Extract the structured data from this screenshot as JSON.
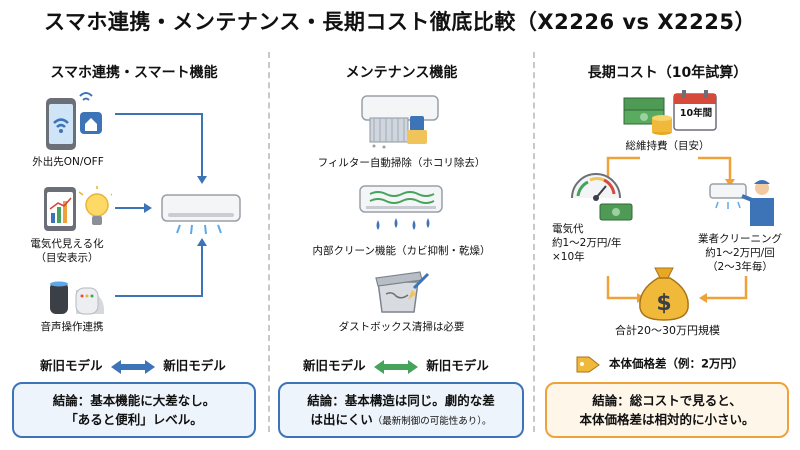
{
  "title": "スマホ連携・メンテナンス・長期コスト徹底比較（X2226 vs X2225）",
  "colors": {
    "blue": "#3d74b8",
    "green": "#46a35b",
    "orange": "#f0a23a",
    "blue_bg": "#eef4fb",
    "orange_bg": "#fff6ea"
  },
  "col1": {
    "heading": "スマホ連携・スマート機能",
    "features": [
      "外出先ON/OFF",
      "電気代見える化\n（目安表示）",
      "音声操作連携"
    ],
    "icons": [
      "smartphone-wifi-icon",
      "tablet-chart-icon",
      "lightbulb-icon",
      "smart-speaker-icon",
      "air-conditioner-icon"
    ],
    "compare_left": "新旧モデル",
    "compare_right": "新旧モデル",
    "conclusion": [
      "結論：基本機能に大差なし。",
      "「あると便利」レベル。"
    ]
  },
  "col2": {
    "heading": "メンテナンス機能",
    "features": [
      "フィルター自動掃除（ホコリ除去）",
      "内部クリーン機能（カビ抑制・乾燥）",
      "ダストボックス清掃は必要"
    ],
    "icons": [
      "filter-cleaning-icon",
      "internal-clean-icon",
      "dust-box-icon"
    ],
    "compare_left": "新旧モデル",
    "compare_right": "新旧モデル",
    "conclusion_line1": "結論：基本構造は同じ。劇的な差",
    "conclusion_line2_main": "は出にくい",
    "conclusion_line2_small": "（最新制御の可能性あり）。"
  },
  "col3": {
    "heading": "長期コスト（10年試算）",
    "calendar_label": "10年間",
    "total_label": "総維持費（目安）",
    "electricity": "電気代\n約1～2万円/年\n×10年",
    "cleaning": "業者クリーニング\n約1～2万円/回\n（2～3年毎）",
    "sum": "合計20～30万円規模",
    "price_diff": "本体価格差（例：2万円）",
    "icons": [
      "money-stack-icon",
      "calendar-icon",
      "meter-icon",
      "cash-icon",
      "cleaner-person-icon",
      "money-bag-icon",
      "price-tag-icon"
    ],
    "conclusion": [
      "結論：総コストで見ると、",
      "本体価格差は相対的に小さい。"
    ]
  }
}
